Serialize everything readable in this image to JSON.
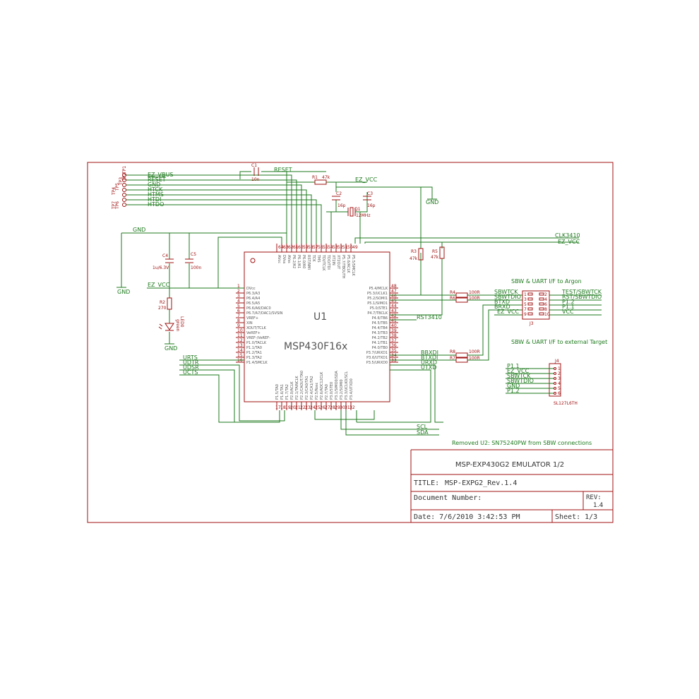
{
  "title_block": {
    "sheet_title": "MSP-EXP430G2 EMULATOR 1/2",
    "title_label": "TITLE:",
    "title_value": "MSP-EXPG2_Rev.1.4",
    "doc_number_label": "Document Number:",
    "rev_label": "REV:",
    "rev_value": "1.4",
    "date": "Date: 7/6/2010 3:42:53 PM",
    "sheet": "Sheet: 1/3"
  },
  "notes": {
    "argon": "SBW & UART I/F to Argon",
    "external": "SBW & UART I/F to external Target",
    "removed": "Removed U2: SN75240PW from SBW connections"
  },
  "ic": {
    "ref": "U1",
    "value": "MSP430F16x"
  },
  "testpoints": [
    "TP1",
    "TP2",
    "TP3",
    "TP4",
    "TP5",
    "TP6",
    "TP7"
  ],
  "nets": {
    "ez_vbus": "EZ_VBUS",
    "reset_n": "RESET",
    "gnd": "GND",
    "htck": "HTCK",
    "htms": "HTMS",
    "htdi": "HTDI",
    "htdo": "HTDO",
    "reset": "RESET",
    "ez_vcc": "EZ_VCC",
    "clk3410": "CLK3410",
    "rst3410": "RST3410",
    "urts": "URTS",
    "udtr": "UDTR",
    "udsr": "UDSR",
    "ucts": "UCTS",
    "scl": "SCL",
    "sda": "SDA",
    "bbxdi": "BBXDI",
    "btxdi": "BTXDI",
    "urxd": "URXD",
    "utxd": "UTXD",
    "sbwtck": "SBWTCK",
    "sbwtdio": "SBWTDIO",
    "btxd": "BTXD",
    "brxd": "BRXD",
    "test_sbwtck": "TEST/SBWTCK",
    "rst_sbwtdio": "RST/SBWTDIO",
    "p1_1": "P1.1",
    "p1_2": "P1.2",
    "vcc": "VCC"
  },
  "components": {
    "c1": {
      "ref": "C1",
      "value": "10n"
    },
    "r1": {
      "ref": "R1",
      "value": "47k"
    },
    "c2": {
      "ref": "C2",
      "value": "16p"
    },
    "c3": {
      "ref": "C3",
      "value": "16p"
    },
    "q1": {
      "ref": "Q1",
      "value": "12MHz"
    },
    "c4": {
      "ref": "C4",
      "value": "1u/6.3V"
    },
    "c5": {
      "ref": "C5",
      "value": "100n"
    },
    "r2": {
      "ref": "R2",
      "value": "270"
    },
    "led": {
      "ref": "LED0",
      "value": "green"
    },
    "r3": {
      "ref": "R3",
      "value": "47k"
    },
    "r5": {
      "ref": "R5",
      "value": "47k"
    },
    "r4": {
      "ref": "R4",
      "value": "100R"
    },
    "r6": {
      "ref": "R6",
      "value": "100R"
    },
    "r7": {
      "ref": "R7",
      "value": "100R"
    },
    "r8": {
      "ref": "R8",
      "value": "100R"
    },
    "j3": {
      "ref": "J3"
    },
    "j4": {
      "ref": "J4",
      "value": "SL127L6TH"
    }
  },
  "pins": {
    "left_numbers": [
      "1",
      "2",
      "3",
      "4",
      "5",
      "6",
      "7",
      "8",
      "9",
      "10",
      "11",
      "12",
      "13",
      "14",
      "15",
      "16"
    ],
    "left_names": [
      "DVcc",
      "P6.3/A3",
      "P6.4/A4",
      "P6.5/A5",
      "P6.6/A6/DAC0",
      "P6.7/A7/DAC1/SVSIN",
      "VREF+",
      "XIN",
      "XOUT/TCLK",
      "VeREF+",
      "VREF-/VeREF-",
      "P1.0/TACLK",
      "P1.1/TA0",
      "P1.2/TA1",
      "P1.3/TA2",
      "P1.4/SMCLK"
    ],
    "right_numbers": [
      "48",
      "47",
      "46",
      "45",
      "44",
      "43",
      "42",
      "41",
      "40",
      "39",
      "38",
      "37",
      "36",
      "35",
      "34",
      "33"
    ],
    "right_names": [
      "P5.4/MCLK",
      "P5.3/UCLK1",
      "P5.2/SOMI1",
      "P5.1/SIMO1",
      "P5.0/STE1",
      "P4.7/TBCLK",
      "P4.6/TB6",
      "P4.5/TB5",
      "P4.4/TB4",
      "P4.3/TB3",
      "P4.2/TB2",
      "P4.1/TB1",
      "P4.0/TB0",
      "P3.7/URXD1",
      "P3.6/UTXD1",
      "P3.5/URXD0"
    ],
    "top_numbers": [
      "64",
      "63",
      "62",
      "61",
      "60",
      "59",
      "58",
      "57",
      "56",
      "55",
      "54",
      "53",
      "52",
      "51",
      "50",
      "49"
    ],
    "top_names": [
      "AVcc",
      "DVss",
      "AVss",
      "P6.2/A2",
      "P6.1/A1",
      "P6.0/A0",
      "RST/NMI",
      "TCK",
      "TMS",
      "TDI/TCLK",
      "TDO/TDI",
      "XT2IN",
      "XT2OUT",
      "P5.7/TBOUTH",
      "P5.6/ACLK",
      "P5.5/SMCLK"
    ],
    "bottom_numbers": [
      "17",
      "18",
      "19",
      "20",
      "21",
      "22",
      "23",
      "24",
      "25",
      "26",
      "27",
      "28",
      "29",
      "30",
      "31",
      "32"
    ],
    "bottom_names": [
      "P1.5/TA0",
      "P1.6/TA1",
      "P1.7/TA2",
      "P2.0/ACLK",
      "P2.1/TAINCLK",
      "P2.2/CAOUT/TA0",
      "P2.3/CA0/TA1",
      "P2.4/CA1/TA2",
      "P2.5/Rosc",
      "P2.6/ADC12CLK",
      "P2.7/TA0",
      "P3.0/STE0",
      "P3.1/SIMO0/SDA",
      "P3.2/SOMI0",
      "P3.3/UCLK0/SCL",
      "P3.4/UTXD0"
    ],
    "j3_numbers": [
      "1",
      "2",
      "3",
      "4",
      "5",
      "6",
      "7",
      "8",
      "9",
      "10"
    ],
    "j4_numbers": [
      "1",
      "2",
      "3",
      "4",
      "5",
      "6"
    ]
  }
}
